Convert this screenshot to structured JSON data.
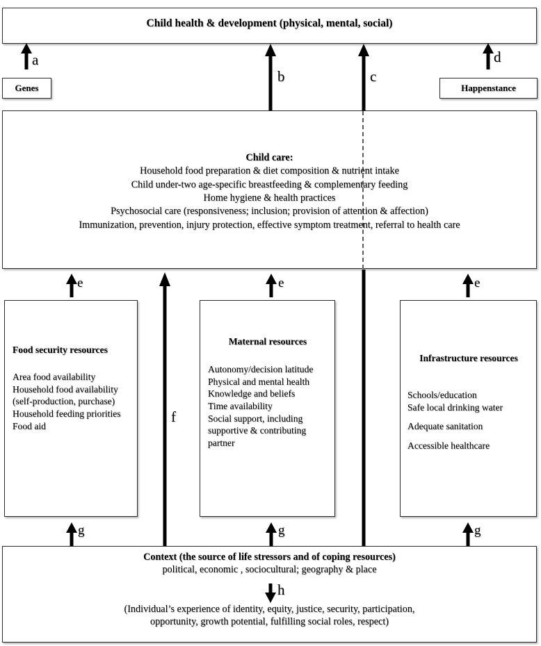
{
  "diagram": {
    "title_banner": "Child health & development (physical, mental, social)",
    "genes_box": "Genes",
    "happenstance_box": "Happenstance",
    "child_care": {
      "heading": "Child care:",
      "lines": [
        "Household food preparation & diet composition & nutrient intake",
        "Child under-two age-specific breastfeeding & complementary feeding",
        "Home hygiene & health practices",
        "Psychosocial care (responsiveness; inclusion; provision of attention & affection)",
        "Immunization, prevention, injury protection, effective symptom treatment, referral to health care"
      ]
    },
    "food_security": {
      "title": "Food security resources",
      "items": [
        "Area food availability",
        "Household food availability (self-production, purchase)",
        "Household feeding priorities",
        "Food aid"
      ]
    },
    "maternal": {
      "title": "Maternal resources",
      "items": [
        "Autonomy/decision latitude",
        "Physical and mental health",
        "Knowledge and beliefs",
        "Time availability",
        "Social support, including supportive & contributing partner"
      ]
    },
    "infrastructure": {
      "title": "Infrastructure resources",
      "items": [
        "Schools/education",
        "Safe local drinking water",
        "Adequate sanitation",
        "Accessible healthcare"
      ]
    },
    "context": {
      "heading_bold": "Context (the source of life stressors and of coping resources)",
      "heading_sub": "political, economic , sociocultural; geography & place",
      "footer_line1": "(Individual’s experience of identity, equity, justice, security, participation,",
      "footer_line2": "opportunity, growth potential, fulfilling social roles, respect)"
    },
    "arrow_labels": {
      "a": "a",
      "b": "b",
      "c": "c",
      "d": "d",
      "e1": "e",
      "e2": "e",
      "e3": "e",
      "f": "f",
      "g1": "g",
      "g2": "g",
      "g3": "g",
      "h": "h"
    },
    "colors": {
      "stroke": "#000000",
      "box_border": "#2b2b2b",
      "dashed": "#5b5b5b",
      "background": "#ffffff"
    }
  }
}
